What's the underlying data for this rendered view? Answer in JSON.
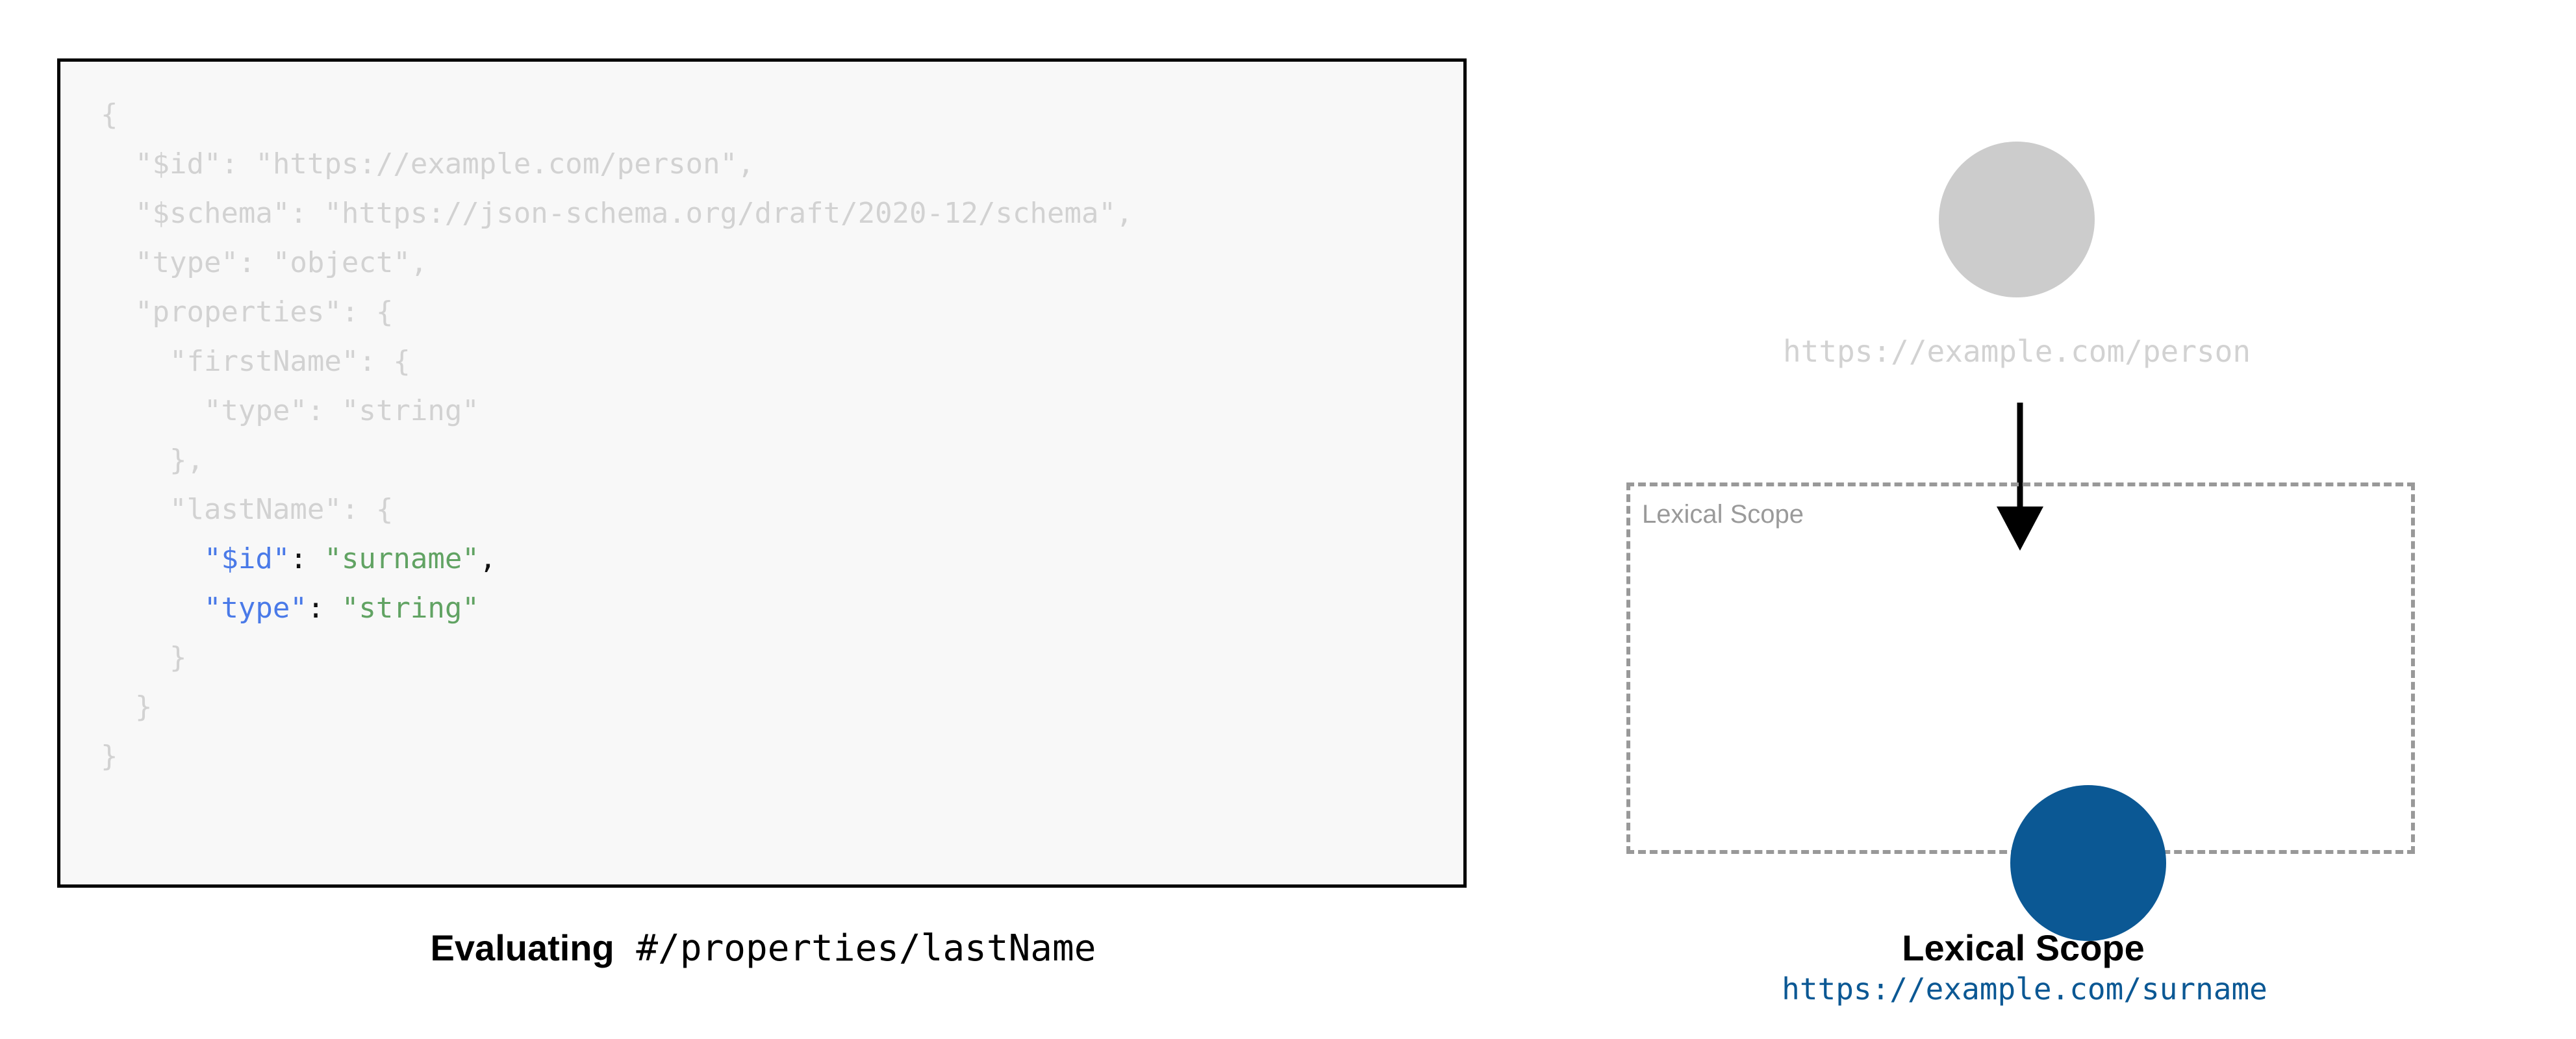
{
  "left": {
    "code_block": {
      "language": "json",
      "lines": [
        {
          "indent": 0,
          "segments": [
            {
              "text": "{",
              "style": "dim"
            }
          ]
        },
        {
          "indent": 1,
          "segments": [
            {
              "text": "\"$id\": \"https://example.com/person\",",
              "style": "dim"
            }
          ]
        },
        {
          "indent": 1,
          "segments": [
            {
              "text": "\"$schema\": \"https://json-schema.org/draft/2020-12/schema\",",
              "style": "dim"
            }
          ]
        },
        {
          "indent": 1,
          "segments": [
            {
              "text": "\"type\": \"object\",",
              "style": "dim"
            }
          ]
        },
        {
          "indent": 1,
          "segments": [
            {
              "text": "\"properties\": {",
              "style": "dim"
            }
          ]
        },
        {
          "indent": 2,
          "segments": [
            {
              "text": "\"firstName\": {",
              "style": "dim"
            }
          ]
        },
        {
          "indent": 3,
          "segments": [
            {
              "text": "\"type\": \"string\"",
              "style": "dim"
            }
          ]
        },
        {
          "indent": 2,
          "segments": [
            {
              "text": "},",
              "style": "dim"
            }
          ]
        },
        {
          "indent": 2,
          "segments": [
            {
              "text": "\"lastName\": {",
              "style": "dim"
            }
          ]
        },
        {
          "indent": 3,
          "segments": [
            {
              "text": "\"$id\"",
              "style": "key"
            },
            {
              "text": ": ",
              "style": "punct"
            },
            {
              "text": "\"surname\"",
              "style": "str"
            },
            {
              "text": ",",
              "style": "punct"
            }
          ]
        },
        {
          "indent": 3,
          "segments": [
            {
              "text": "\"type\"",
              "style": "key"
            },
            {
              "text": ": ",
              "style": "punct"
            },
            {
              "text": "\"string\"",
              "style": "str"
            }
          ]
        },
        {
          "indent": 2,
          "segments": [
            {
              "text": "}",
              "style": "dim"
            }
          ]
        },
        {
          "indent": 1,
          "segments": [
            {
              "text": "}",
              "style": "dim"
            }
          ]
        },
        {
          "indent": 0,
          "segments": [
            {
              "text": "}",
              "style": "dim"
            }
          ]
        }
      ]
    },
    "caption": {
      "strong_text": "Evaluating",
      "code_text": " #/properties/lastName"
    }
  },
  "right": {
    "person_node": {
      "label": "https://example.com/person",
      "color": "#cccccc",
      "label_color": "#d2d2d2"
    },
    "surname_node": {
      "label": "https://example.com/surname",
      "color": "#0b5894",
      "label_color": "#0b5894"
    },
    "scope_box": {
      "inline_label": "Lexical Scope",
      "border_color": "#999999",
      "border_style": "dashed"
    },
    "arrow": {
      "name": "downward-arrow",
      "color": "#000000"
    },
    "caption": {
      "text": "Lexical Scope"
    }
  },
  "colors": {
    "code_background": "#f8f8f8",
    "code_border": "#000000",
    "dim_text": "#d2d2d2",
    "json_key": "#4a7ae8",
    "json_string": "#61a363",
    "json_punct": "#111111",
    "accent_blue": "#0b5894",
    "muted_grey": "#999999",
    "page_background": "#ffffff"
  }
}
